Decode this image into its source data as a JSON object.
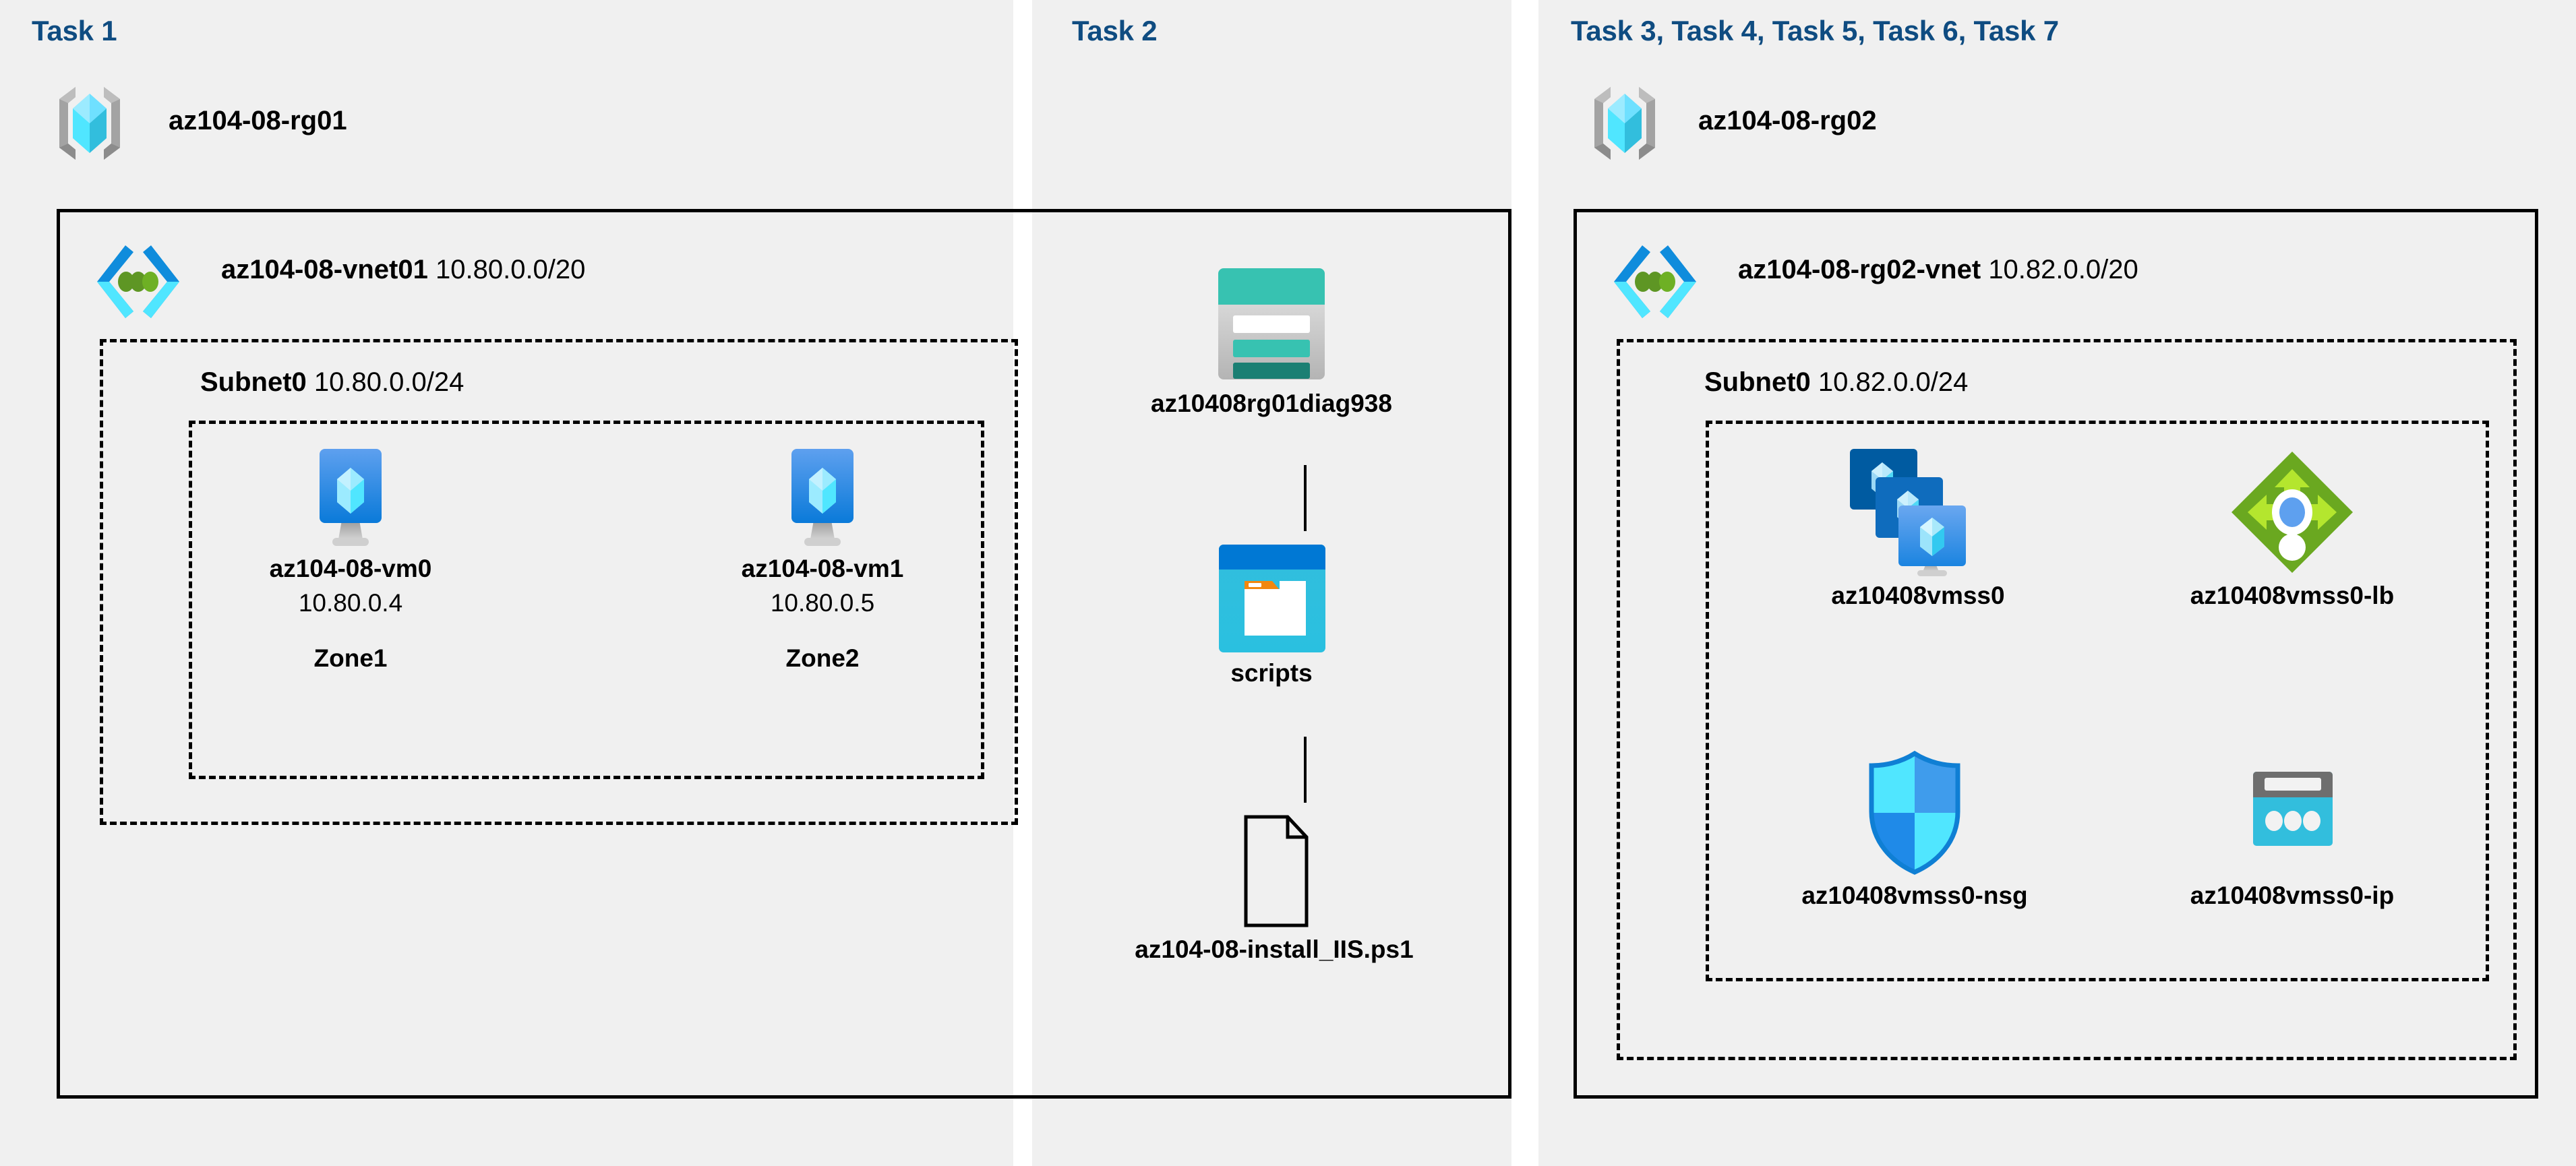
{
  "diagram": {
    "title_color": "#0f4c81",
    "background": "#f0f0f0"
  },
  "columns": [
    {
      "id": "col-task1",
      "task_title": "Task 1",
      "resource_group": {
        "name": "az104-08-rg01",
        "icon": "resource-group-icon"
      },
      "vnet": {
        "name": "az104-08-vnet01",
        "cidr": "10.80.0.0/20",
        "icon": "virtual-network-icon",
        "subnet": {
          "name": "Subnet0",
          "cidr": "10.80.0.0/24",
          "nodes": [
            {
              "icon": "virtual-machine-icon",
              "name": "az104-08-vm0",
              "ip": "10.80.0.4",
              "zone": "Zone1"
            },
            {
              "icon": "virtual-machine-icon",
              "name": "az104-08-vm1",
              "ip": "10.80.0.5",
              "zone": "Zone2"
            }
          ]
        }
      }
    },
    {
      "id": "col-task2",
      "task_title": "Task 2",
      "nodes": [
        {
          "icon": "storage-account-icon",
          "name": "az10408rg01diag938"
        },
        {
          "icon": "blob-container-icon",
          "name": "scripts"
        },
        {
          "icon": "file-document-icon",
          "name": "az104-08-install_IIS.ps1"
        }
      ]
    },
    {
      "id": "col-task3-7",
      "task_title": "Task 3, Task 4, Task 5, Task 6, Task 7",
      "resource_group": {
        "name": "az104-08-rg02",
        "icon": "resource-group-icon"
      },
      "vnet": {
        "name": "az104-08-rg02-vnet",
        "cidr": "10.82.0.0/20",
        "icon": "virtual-network-icon",
        "subnet": {
          "name": "Subnet0",
          "cidr": "10.82.0.0/24",
          "nodes": [
            {
              "icon": "vm-scale-set-icon",
              "name": "az10408vmss0"
            },
            {
              "icon": "load-balancer-icon",
              "name": "az10408vmss0-lb"
            },
            {
              "icon": "network-security-group-icon",
              "name": "az10408vmss0-nsg"
            },
            {
              "icon": "public-ip-address-icon",
              "name": "az10408vmss0-ip"
            }
          ]
        }
      }
    }
  ],
  "colors": {
    "task_title": "#0f4c81",
    "panel_bg": "#f0f0f0",
    "border": "#000000",
    "azure_blue": "#0078d4",
    "azure_cyan": "#50e6ff",
    "vnet_green": "#5e9624",
    "storage_teal": "#37c2b1",
    "lb_green": "#7fba00",
    "nsg_blue": "#32bedd"
  }
}
